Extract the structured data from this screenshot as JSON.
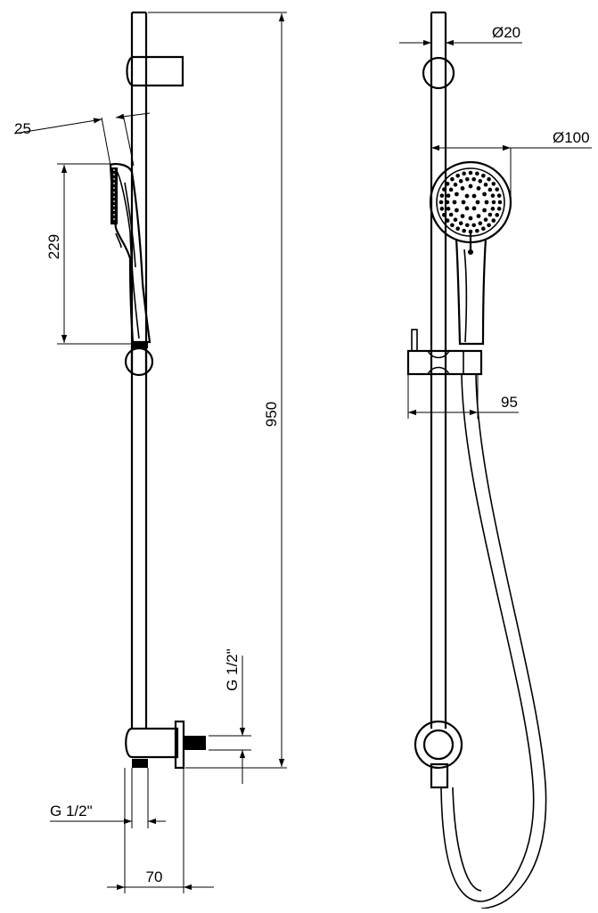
{
  "dimensions": {
    "side_view": {
      "height_overall": "950",
      "head_length": "229",
      "head_tilt": "25",
      "connector_thread": "G 1/2\"",
      "inlet_thread": "G 1/2\"",
      "outlet_width": "70"
    },
    "front_view": {
      "rail_diameter": "Ø20",
      "head_diameter": "Ø100",
      "slider_depth": "95"
    }
  }
}
